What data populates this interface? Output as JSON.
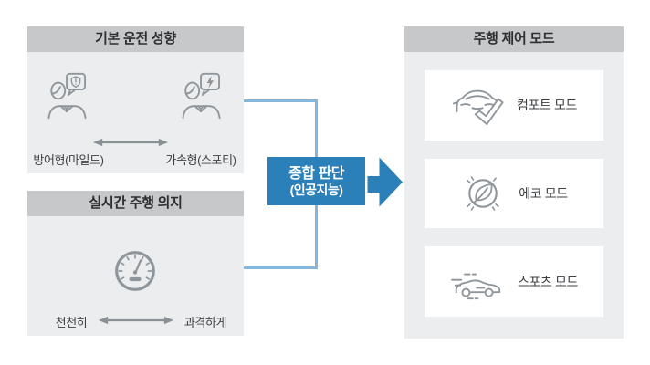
{
  "colors": {
    "panel_body_bg": "#ebedee",
    "panel_header_bg": "#c6c8ca",
    "card_bg": "#ffffff",
    "accent_blue": "#2b80ba",
    "connector_blue": "#85b5d9",
    "icon_gray": "#8f969b",
    "text_dark": "#2c2e30"
  },
  "basic_tendency_panel": {
    "title": "기본 운전 성향",
    "left_label": "방어형(마일드)",
    "right_label": "가속형(스포티)",
    "left_icon": "defensive-driver-icon",
    "right_icon": "sporty-driver-icon"
  },
  "realtime_will_panel": {
    "title": "실시간 주행 의지",
    "left_label": "천천히",
    "right_label": "과격하게",
    "center_icon": "speedometer-icon"
  },
  "judgment": {
    "line1": "종합 판단",
    "line2": "(인공지능)"
  },
  "control_mode_panel": {
    "title": "주행 제어 모드",
    "modes": [
      {
        "label": "컴포트 모드",
        "icon": "car-check-icon"
      },
      {
        "label": "에코 모드",
        "icon": "eco-leaf-icon"
      },
      {
        "label": "스포츠 모드",
        "icon": "speeding-car-icon"
      }
    ]
  }
}
